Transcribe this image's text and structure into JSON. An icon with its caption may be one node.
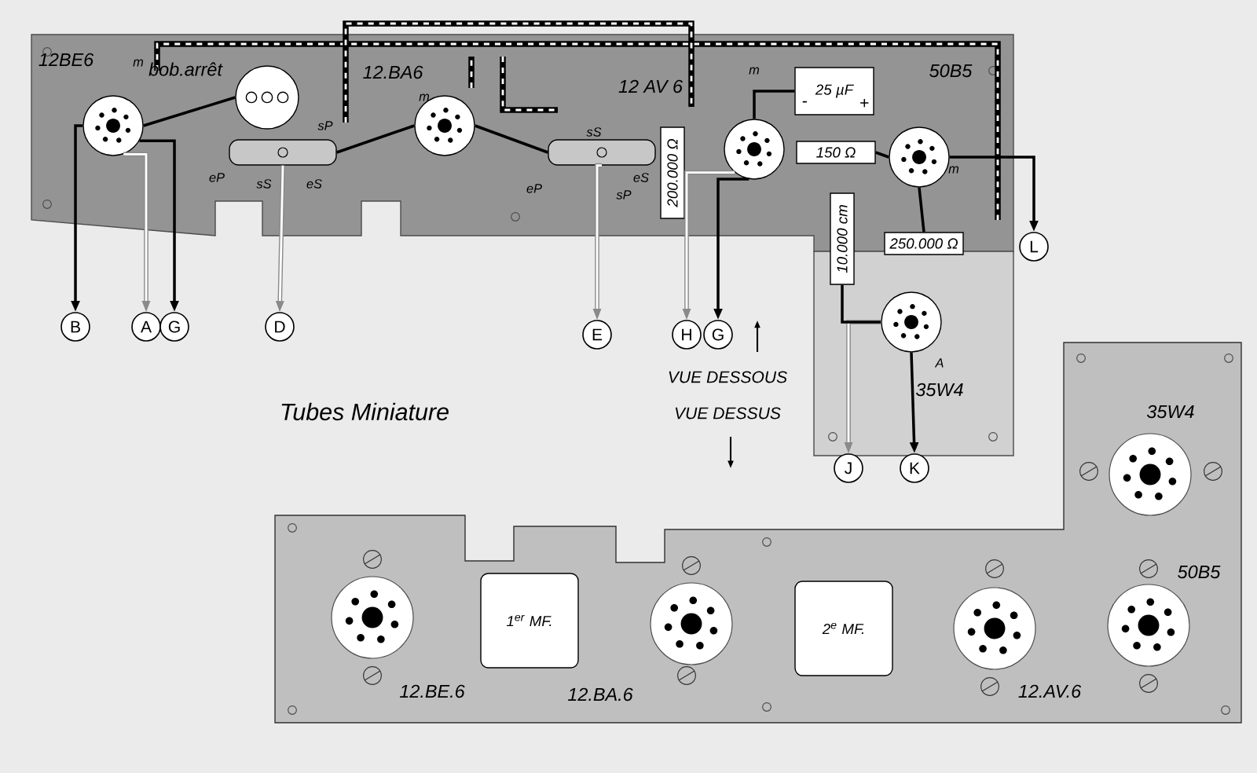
{
  "diagram": {
    "nodes": [
      {
        "text": [
          "12BE6"
        ],
        "beside": [
          "m"
        ]
      },
      {
        "text": [
          "bob.arrêt"
        ]
      },
      {
        "text": [],
        "shape": "box",
        "beside": [
          "sP",
          "eP",
          "sS",
          "eS"
        ]
      },
      {
        "text": [
          "12.BA6"
        ],
        "beside": [
          "m"
        ]
      },
      {
        "text": [],
        "shape": "box",
        "beside": [
          "sS",
          "eP",
          "sP",
          "eS"
        ]
      },
      {
        "text": [
          "12 AV 6"
        ],
        "beside": [
          "m"
        ]
      },
      {
        "text": [
          "25 µF"
        ]
      },
      {
        "text": [
          "150 Ω"
        ]
      },
      {
        "text": [
          "50B5"
        ],
        "beside": [
          "m"
        ]
      },
      {
        "text": [
          "200.000 Ω"
        ]
      },
      {
        "text": [
          "10.000 cm"
        ]
      },
      {
        "text": [
          "250.000 Ω"
        ]
      },
      {
        "text": [
          "35W4"
        ],
        "beside": [
          "A"
        ]
      },
      {
        "text": [
          "B"
        ]
      },
      {
        "text": [
          "A"
        ]
      },
      {
        "text": [
          "G"
        ]
      },
      {
        "text": [
          "D"
        ]
      },
      {
        "text": [
          "E"
        ]
      },
      {
        "text": [
          "H"
        ]
      },
      {
        "text": [
          "G"
        ]
      },
      {
        "text": [
          "L"
        ]
      },
      {
        "text": [
          "J"
        ]
      },
      {
        "text": [
          "K"
        ]
      },
      {
        "text": [
          "12.BE.6"
        ]
      },
      {
        "text": [
          "1$^{er}$ MF."
        ]
      },
      {
        "text": [
          "12.BA.6"
        ]
      },
      {
        "text": [
          "2$^{e}$ MF."
        ]
      },
      {
        "text": [
          "12.AV.6"
        ]
      },
      {
        "text": [
          "50B5"
        ]
      },
      {
        "text": [
          "35W4"
        ]
      }
    ],
    "edges": [
      {
        "from": 0,
        "to": 13,
        "arrow": "to"
      },
      {
        "from": 0,
        "to": 14,
        "arrow": "to",
        "color": "#8a8a8a"
      },
      {
        "from": 0,
        "to": 15,
        "arrow": "to"
      },
      {
        "from": 2,
        "to": 16,
        "arrow": "to",
        "color": "#8a8a8a"
      },
      {
        "from": 4,
        "to": 17,
        "arrow": "to",
        "color": "#8a8a8a"
      },
      {
        "from": 5,
        "to": 18,
        "arrow": "to",
        "color": "#8a8a8a"
      },
      {
        "from": 5,
        "to": 19,
        "arrow": "to"
      },
      {
        "from": 8,
        "to": 20,
        "arrow": "to"
      },
      {
        "from": 12,
        "to": 21,
        "arrow": "to",
        "color": "#8a8a8a"
      },
      {
        "from": 12,
        "to": 22,
        "arrow": "to"
      },
      {
        "from": 0,
        "to": 1,
        "arrow": "none"
      },
      {
        "from": 2,
        "to": 3,
        "arrow": "none"
      },
      {
        "from": 3,
        "to": 4,
        "arrow": "none"
      },
      {
        "from": 5,
        "to": 6,
        "arrow": "none"
      },
      {
        "from": 7,
        "to": 8,
        "arrow": "none"
      },
      {
        "from": 8,
        "to": 11,
        "arrow": "none"
      },
      {
        "from": 10,
        "to": 12,
        "arrow": "none"
      }
    ],
    "labels": [
      "-",
      "+",
      "Tubes Miniature",
      "VUE DESSOUS",
      "VUE DESSUS"
    ]
  }
}
